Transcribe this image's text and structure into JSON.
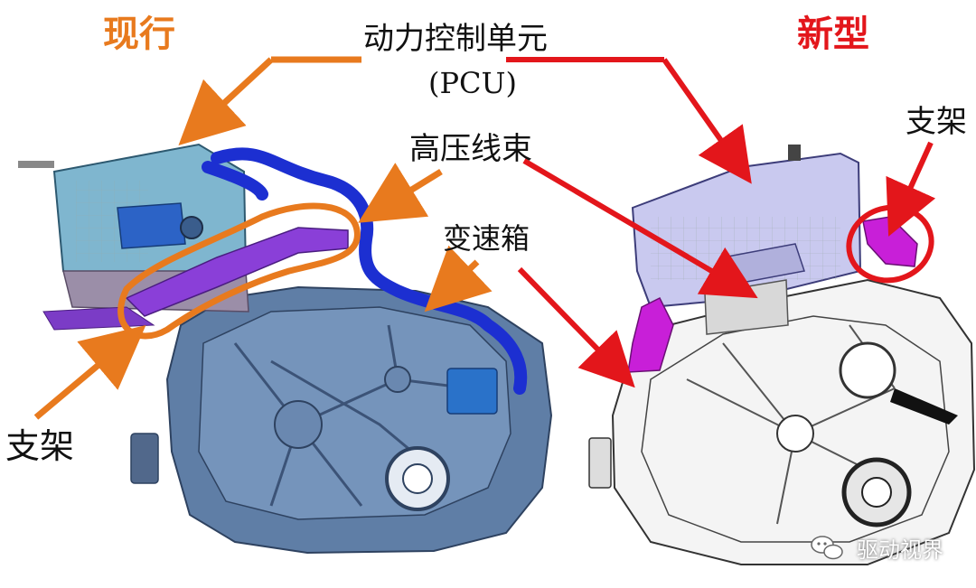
{
  "labels": {
    "current": "现行",
    "new": "新型",
    "pcu_cn": "动力控制单元",
    "pcu_en": "(PCU)",
    "harness": "高压线束",
    "gearbox": "变速箱",
    "bracket_left": "支架",
    "bracket_right": "支架",
    "watermark": "驱动视界"
  },
  "colors": {
    "current_accent": "#e87a1e",
    "new_accent": "#e3161b",
    "harness_blue": "#1c2fd1",
    "bracket_purple": "#b01ad8",
    "pcu_new_lavender": "#c9c9ef"
  },
  "icons": {
    "watermark": "wechat-icon"
  }
}
